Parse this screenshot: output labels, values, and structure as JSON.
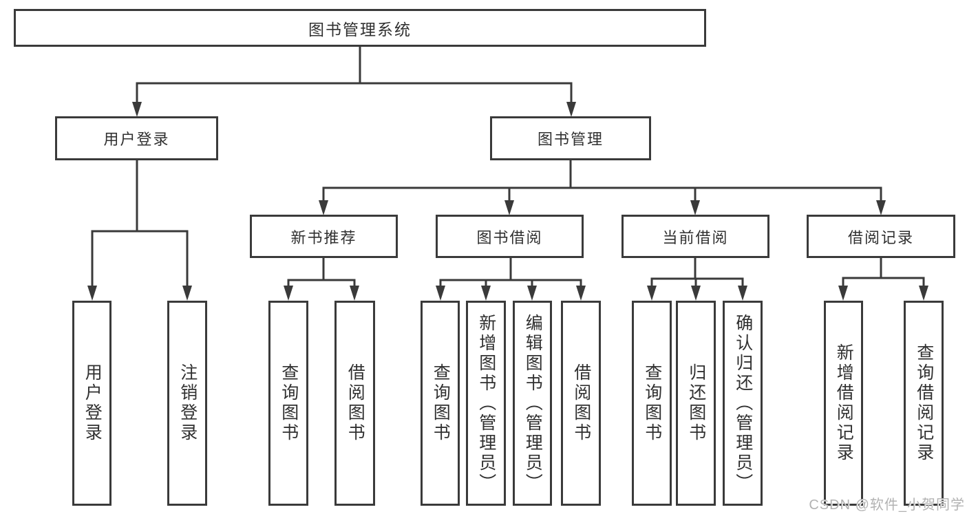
{
  "colors": {
    "background": "#ffffff",
    "edge": "#3a3a3a",
    "box_border": "#3a3a3a",
    "box_fill": "#ffffff",
    "text": "#303030",
    "watermark": "#b2b2b2"
  },
  "watermark": {
    "text": "CSDN @软件_小贺同学"
  },
  "nodes": {
    "root": {
      "label": "图书管理系统"
    },
    "user_login": {
      "label": "用户登录"
    },
    "book_management": {
      "label": "图书管理"
    },
    "new_book_recommend": {
      "label": "新书推荐"
    },
    "book_borrowing": {
      "label": "图书借阅"
    },
    "current_borrowing": {
      "label": "当前借阅"
    },
    "borrowing_records": {
      "label": "借阅记录"
    },
    "leaf_user_login": {
      "label": "用户登录"
    },
    "leaf_logout": {
      "label": "注销登录"
    },
    "leaf_query_books_recommend": {
      "label": "查询图书"
    },
    "leaf_borrow_books_recommend": {
      "label": "借阅图书"
    },
    "leaf_query_books_borrowing": {
      "label": "查询图书"
    },
    "leaf_add_books_admin": {
      "label": "新增图书（管理员）"
    },
    "leaf_edit_books_admin": {
      "label": "编辑图书（管理员）"
    },
    "leaf_borrow_books_borrowing": {
      "label": "借阅图书"
    },
    "leaf_query_books_current": {
      "label": "查询图书"
    },
    "leaf_return_books": {
      "label": "归还图书"
    },
    "leaf_confirm_return_admin": {
      "label": "确认归还（管理员）"
    },
    "leaf_add_borrow_record": {
      "label": "新增借阅记录"
    },
    "leaf_query_borrow_record": {
      "label": "查询借阅记录"
    }
  },
  "hierarchy": [
    {
      "parent": "图书管理系统",
      "children": [
        "用户登录",
        "图书管理"
      ]
    },
    {
      "parent": "用户登录",
      "children": [
        "用户登录",
        "注销登录"
      ]
    },
    {
      "parent": "图书管理",
      "children": [
        "新书推荐",
        "图书借阅",
        "当前借阅",
        "借阅记录"
      ]
    },
    {
      "parent": "新书推荐",
      "children": [
        "查询图书",
        "借阅图书"
      ]
    },
    {
      "parent": "图书借阅",
      "children": [
        "查询图书",
        "新增图书（管理员）",
        "编辑图书（管理员）",
        "借阅图书"
      ]
    },
    {
      "parent": "当前借阅",
      "children": [
        "查询图书",
        "归还图书",
        "确认归还（管理员）"
      ]
    },
    {
      "parent": "借阅记录",
      "children": [
        "新增借阅记录",
        "查询借阅记录"
      ]
    }
  ]
}
